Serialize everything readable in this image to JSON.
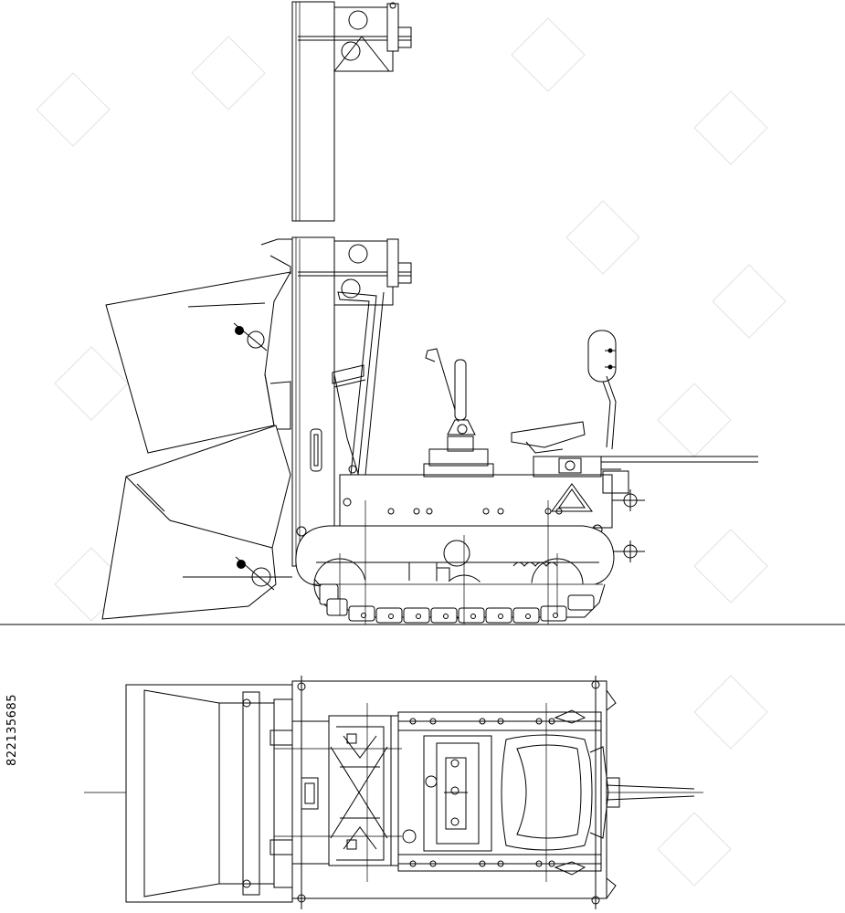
{
  "image": {
    "stock_id": "822135685",
    "subject": "snow-blower-tracked-vehicle-technical-drawing",
    "views": [
      "side-elevation",
      "top-plan"
    ]
  },
  "colors": {
    "line": "#000000",
    "background": "#ffffff",
    "watermark": "#cfcfcf"
  }
}
